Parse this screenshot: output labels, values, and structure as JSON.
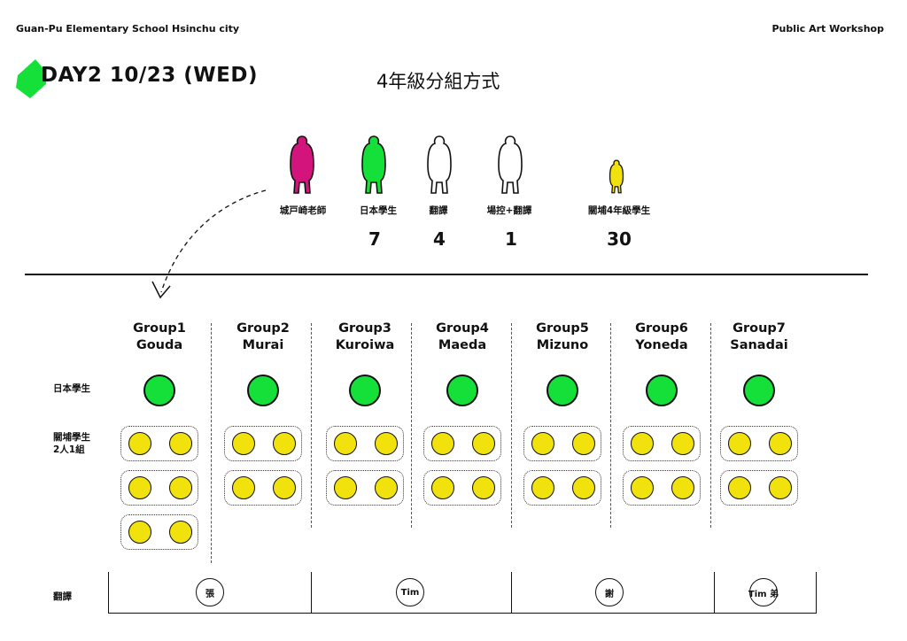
{
  "header": {
    "school": "Guan-Pu Elementary School Hsinchu city",
    "workshop": "Public Art Workshop"
  },
  "title": "DAY2 10/23 (WED)",
  "subtitle": "4年級分組方式",
  "colors": {
    "teacher": "#d4147d",
    "japanese_student": "#15e03a",
    "local_student": "#f1e10c",
    "title_mark": "#15e03a",
    "line": "#111111"
  },
  "legend": [
    {
      "label": "城戸崎老師",
      "count": "",
      "icon": "person-magenta-icon"
    },
    {
      "label": "日本學生",
      "count": "7",
      "icon": "person-green-icon"
    },
    {
      "label": "翻譯",
      "count": "4",
      "icon": "person-white-icon"
    },
    {
      "label": "場控+翻譯",
      "count": "1",
      "icon": "person-white-icon"
    },
    {
      "label": "關埔4年級學生",
      "count": "30",
      "icon": "person-yellow-icon"
    }
  ],
  "row_labels": {
    "japanese": "日本學生",
    "local_line1": "關埔學生",
    "local_line2": "2人1組",
    "interpreter": "翻譯"
  },
  "groups": [
    {
      "group": "Group1",
      "leader": "Gouda",
      "pairs": 3
    },
    {
      "group": "Group2",
      "leader": "Murai",
      "pairs": 2
    },
    {
      "group": "Group3",
      "leader": "Kuroiwa",
      "pairs": 2
    },
    {
      "group": "Group4",
      "leader": "Maeda",
      "pairs": 2
    },
    {
      "group": "Group5",
      "leader": "Mizuno",
      "pairs": 2
    },
    {
      "group": "Group6",
      "leader": "Yoneda",
      "pairs": 2
    },
    {
      "group": "Group7",
      "leader": "Sanadai",
      "pairs": 2
    }
  ],
  "interpreters": [
    "張",
    "Tim",
    "謝",
    "Tim 弟"
  ]
}
